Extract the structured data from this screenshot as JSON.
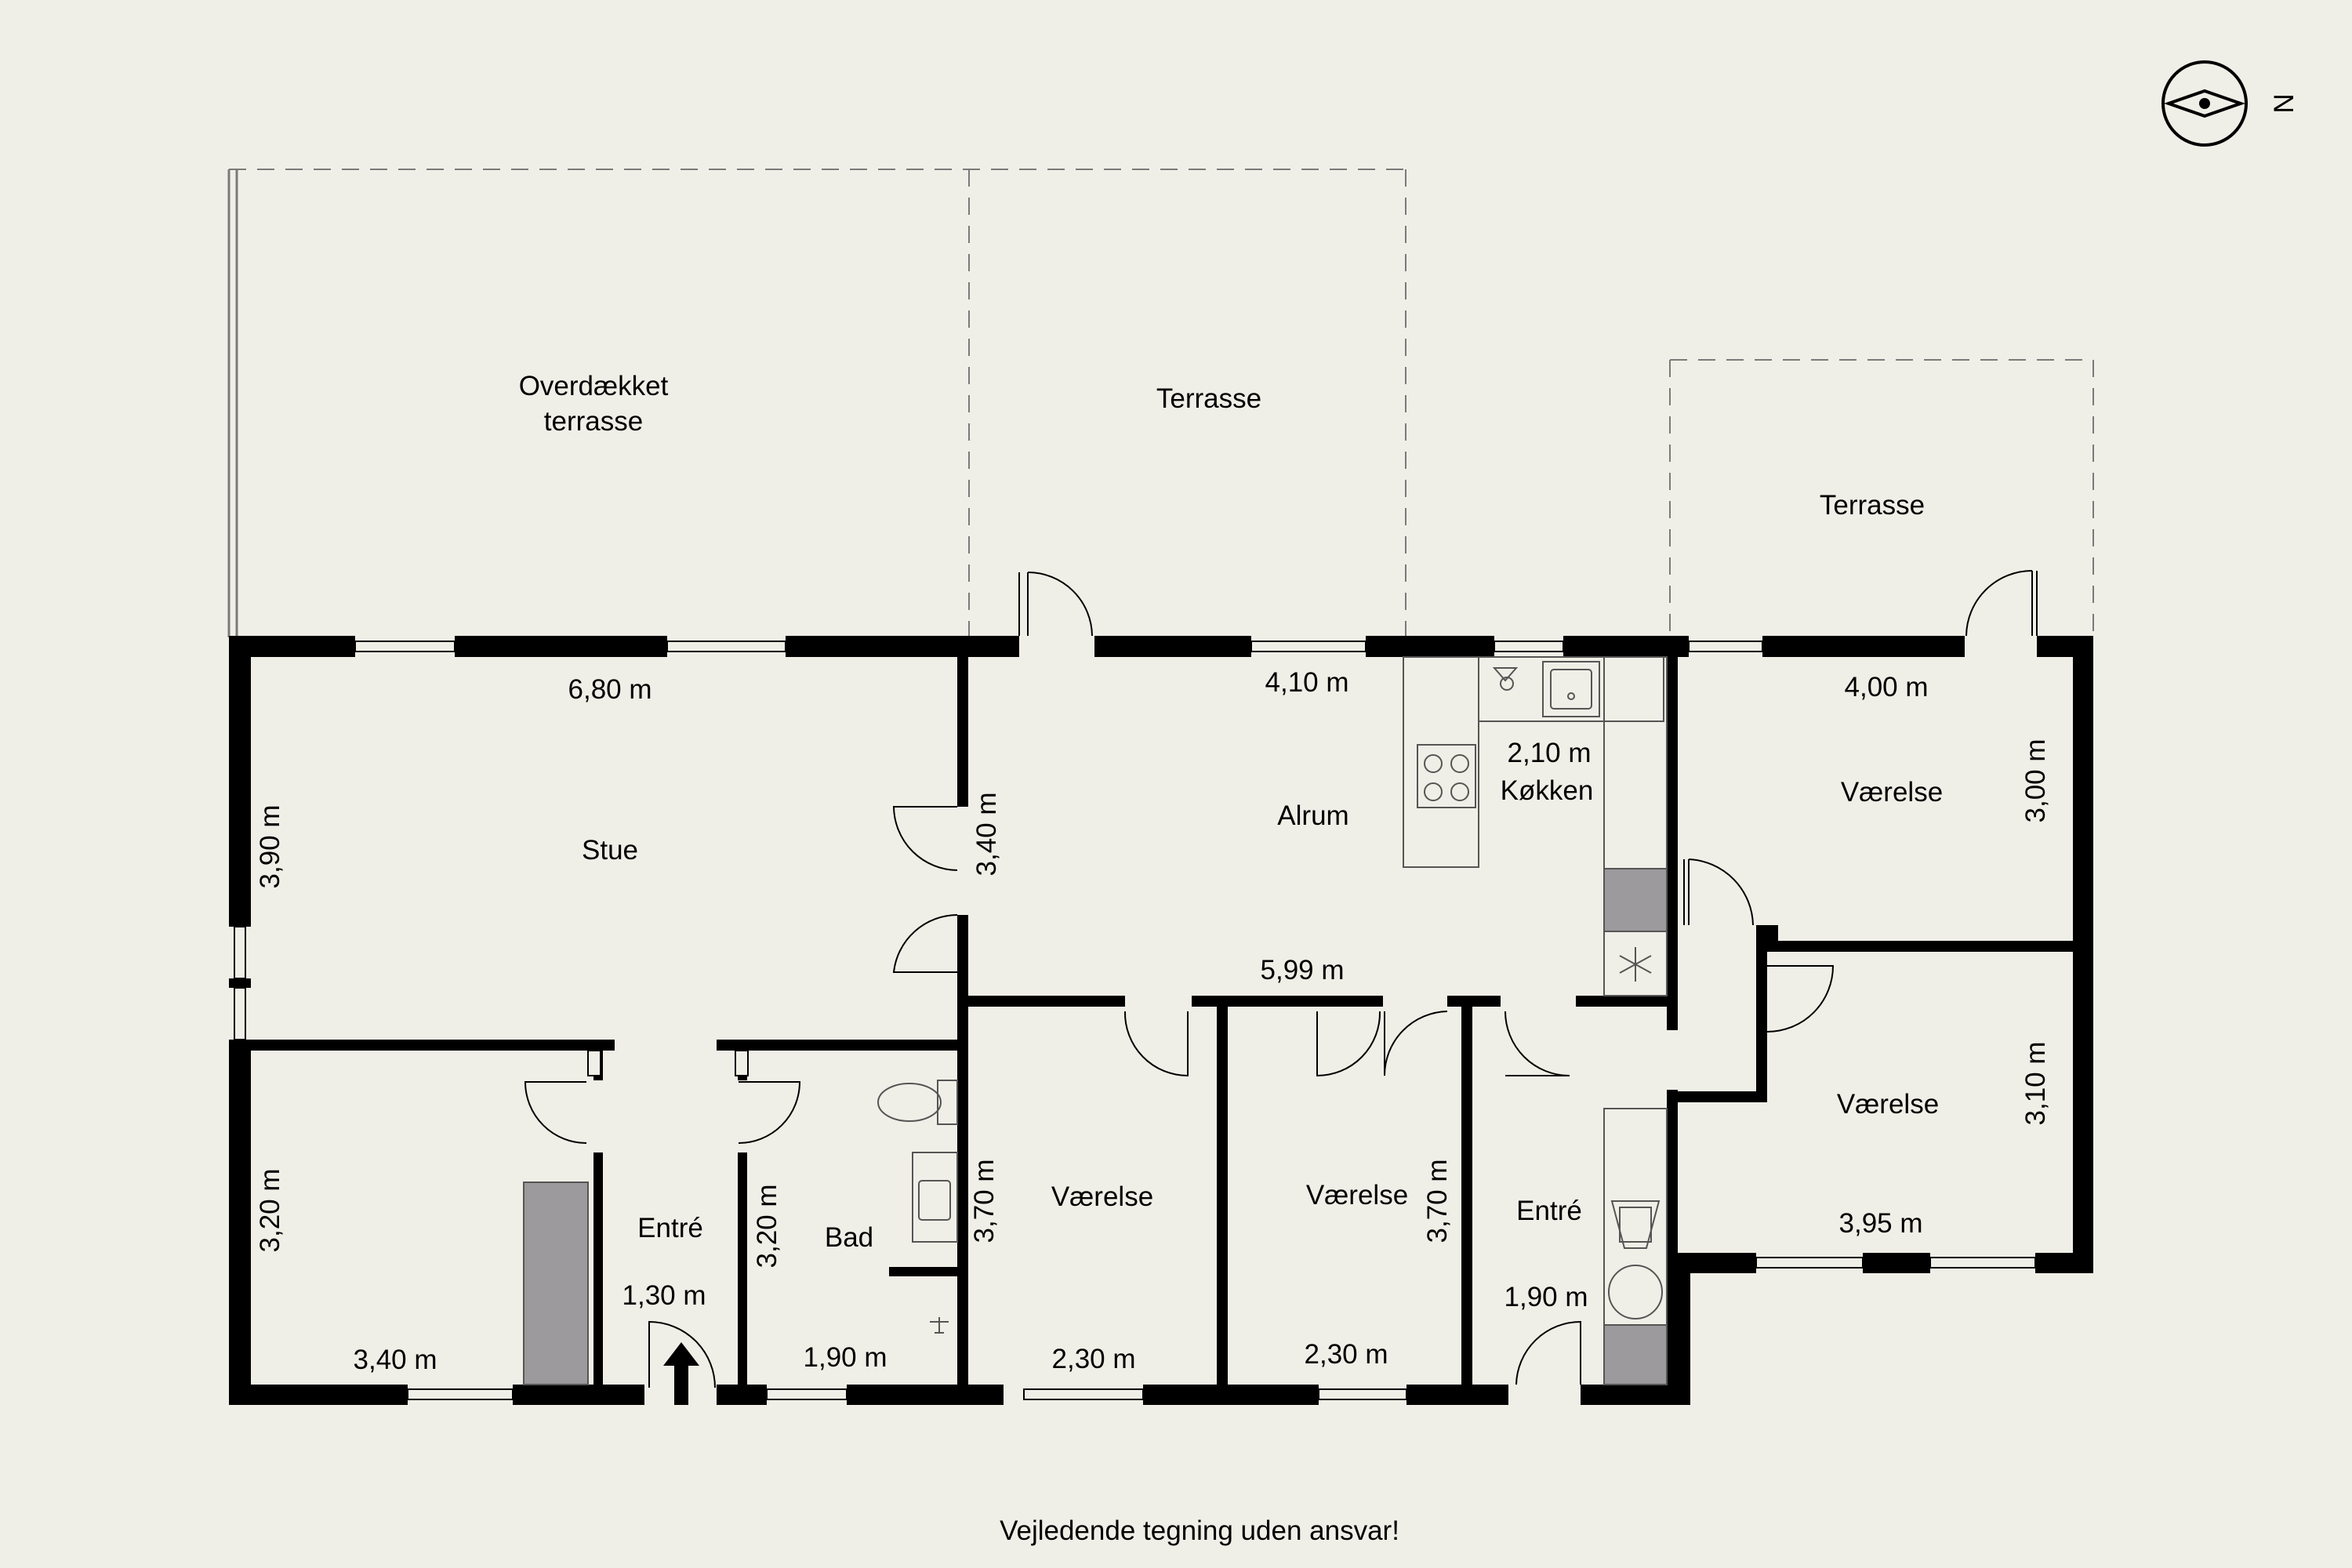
{
  "colors": {
    "background": "#f0efe7",
    "wall": "#000000",
    "dashed_line": "#7a7a7a",
    "fixture_fill": "#9d9a9e",
    "fixture_stroke": "#555555"
  },
  "compass": {
    "letter": "N",
    "icon": "compass-icon"
  },
  "outdoor_areas": {
    "covered_terrace": {
      "line1": "Overdækket",
      "line2": "terrasse"
    },
    "terrace_middle": "Terrasse",
    "terrace_right": "Terrasse"
  },
  "rooms": {
    "stue": {
      "name": "Stue",
      "width": "6,80 m",
      "depth": "3,90 m"
    },
    "alrum": {
      "name": "Alrum",
      "width_top": "4,10 m",
      "width_bottom": "5,99 m",
      "depth": "3,40 m"
    },
    "kitchen": {
      "name": "Køkken",
      "width": "2,10 m"
    },
    "room_ne": {
      "name": "Værelse",
      "width": "4,00 m",
      "depth": "3,00 m"
    },
    "room_se": {
      "name": "Værelse",
      "width": "3,95 m",
      "depth": "3,10 m"
    },
    "room_sw": {
      "width": "3,40 m",
      "depth": "3,20 m"
    },
    "entre_main": {
      "name": "Entré",
      "width": "1,30 m"
    },
    "bad": {
      "name": "Bad",
      "width": "1,90 m",
      "depth": "3,20 m"
    },
    "room_mid1": {
      "name": "Værelse",
      "width": "2,30 m",
      "depth": "3,70 m"
    },
    "room_mid2": {
      "name": "Værelse",
      "width": "2,30 m",
      "depth": "3,70 m"
    },
    "entre_side": {
      "name": "Entré",
      "width": "1,90 m"
    }
  },
  "disclaimer": "Vejledende tegning uden ansvar!"
}
